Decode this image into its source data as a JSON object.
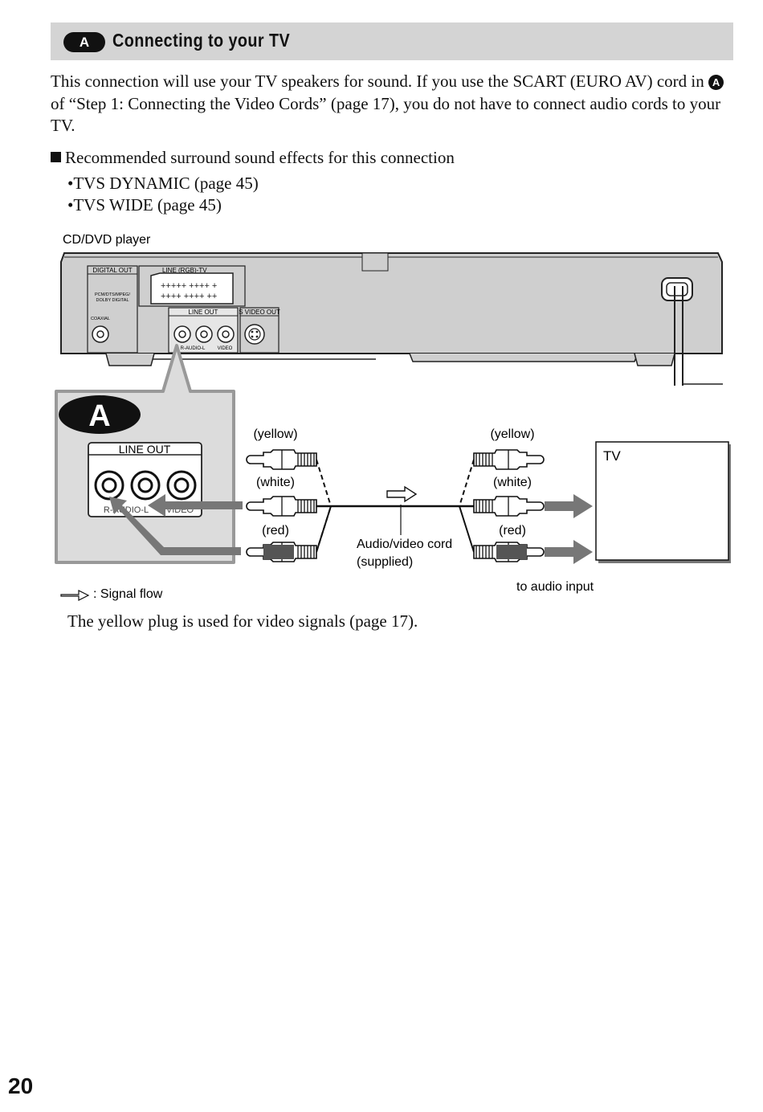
{
  "header": {
    "badge": "A",
    "title": "Connecting to your TV"
  },
  "intro": {
    "part1": "This connection will use your TV speakers for sound. If you use the SCART (EURO AV) cord in ",
    "badge": "A",
    "part2": " of “Step 1: Connecting the Video Cords” (page 17), you do not have to connect audio cords to your TV."
  },
  "recommended": {
    "heading": "Recommended surround sound effects for this connection",
    "items": [
      "•TVS DYNAMIC (page 45)",
      "•TVS WIDE (page 45)"
    ]
  },
  "diagram": {
    "player_label": "CD/DVD player",
    "player_panel": {
      "digital_out": "DIGITAL OUT",
      "digital_formats_1": "PCM/DTS/MPEG/",
      "digital_formats_2": "DOLBY DIGITAL",
      "coaxial": "COAXIAL",
      "scart": "LINE (RGB)-TV",
      "line_out": "LINE OUT",
      "s_video_out": "S VIDEO OUT",
      "audio_jacks": "R-AUDIO-L",
      "video_jack": "VIDEO"
    },
    "callout_badge": "A",
    "callout_line_out": "LINE OUT",
    "callout_audio_label": "R-AUDIO-L",
    "callout_video_label": "VIDEO",
    "left_plugs": [
      "(yellow)",
      "(white)",
      "(red)"
    ],
    "right_plugs": [
      "(yellow)",
      "(white)",
      "(red)"
    ],
    "cord_label_1": "Audio/video cord",
    "cord_label_2": "(supplied)",
    "tv_label": "TV",
    "audio_input_label": "to audio input",
    "signal_flow_label": ": Signal flow"
  },
  "note": "The yellow plug is used for video signals (page 17).",
  "page_number": "20"
}
